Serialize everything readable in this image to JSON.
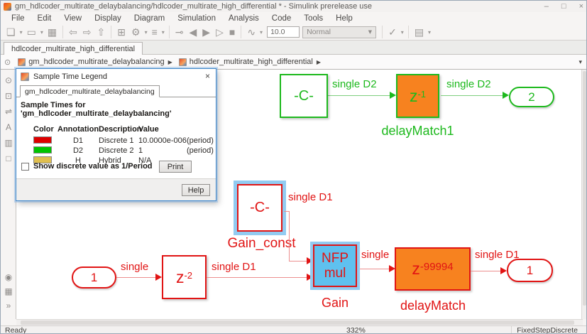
{
  "window": {
    "title": "gm_hdlcoder_multirate_delaybalancing/hdlcoder_multirate_high_differential * - Simulink prerelease use",
    "minimize": "–",
    "maximize": "□",
    "close": "×"
  },
  "menu": {
    "items": [
      "File",
      "Edit",
      "View",
      "Display",
      "Diagram",
      "Simulation",
      "Analysis",
      "Code",
      "Tools",
      "Help"
    ]
  },
  "toolbar": {
    "sim_time": "10.0",
    "mode": "Normal",
    "icons": {
      "new": "❏",
      "open": "▭",
      "save": "▦",
      "back": "⇦",
      "forward": "⇨",
      "up": "⇧",
      "library": "⊞",
      "gear": "⚙",
      "config": "≡",
      "connect": "⊸",
      "step_back": "◀",
      "play": "▶",
      "step_forward": "▷",
      "stop": "■",
      "scope": "∿",
      "check": "✓",
      "build": "▤",
      "dropdown": "▾"
    }
  },
  "tabs": {
    "active": "hdlcoder_multirate_high_differential"
  },
  "breadcrumb": {
    "collapse": "⊙",
    "items": [
      "gm_hdlcoder_multirate_delaybalancing",
      "hdlcoder_multirate_high_differential"
    ],
    "arrow": "▶",
    "dropdown": "▾"
  },
  "palette": {
    "icons": {
      "zoom": "⊙",
      "fit": "⊡",
      "route": "⇌",
      "annotate": "A",
      "image": "▥",
      "area": "□",
      "camera": "◉",
      "model": "▦",
      "more": "»"
    }
  },
  "legend": {
    "title": "Sample Time Legend",
    "close": "×",
    "tab": "gm_hdlcoder_multirate_delaybalancing",
    "heading": "Sample Times for 'gm_hdlcoder_multirate_delaybalancing'",
    "columns": {
      "color": "Color",
      "annotation": "Annotation",
      "description": "Description",
      "value": "Value"
    },
    "rows": [
      {
        "color": "#dd0000",
        "annotation": "D1",
        "description": "Discrete 1",
        "value": "10.0000e-006",
        "unit": "(period)"
      },
      {
        "color": "#00c400",
        "annotation": "D2",
        "description": "Discrete 2",
        "value": "1",
        "unit": "(period)"
      },
      {
        "color": "#e0bf4e",
        "annotation": "H",
        "description": "Hybrid",
        "value": "N/A",
        "unit": ""
      }
    ],
    "checkbox_label": "Show discrete value as 1/Period",
    "print_label": "Print",
    "help_label": "Help"
  },
  "diagram": {
    "green": {
      "const_label": "-C-",
      "signal1": "single D2",
      "delay_base": "z",
      "delay_exp": "-1",
      "delay_name": "delayMatch1",
      "signal2": "single D2",
      "outport": "2"
    },
    "red": {
      "inport": "1",
      "signal1": "single",
      "delay_in_base": "z",
      "delay_in_exp": "-2",
      "signal2": "single D1",
      "gain_const_label": "-C-",
      "gain_const_name": "Gain_const",
      "gain_const_signal": "single D1",
      "gain_line1": "NFP",
      "gain_line2": "mul",
      "gain_name": "Gain",
      "signal3": "single",
      "delay_out_base": "z",
      "delay_out_exp": "-99994",
      "delay_out_name": "delayMatch",
      "signal4": "single D1",
      "outport": "1"
    }
  },
  "statusbar": {
    "left": "Ready",
    "zoom": "332%",
    "right": "FixedStepDiscrete"
  },
  "colors": {
    "red": "#e11414",
    "green": "#1db91d",
    "orange": "#f7821f",
    "blue": "#5fc1ef"
  }
}
